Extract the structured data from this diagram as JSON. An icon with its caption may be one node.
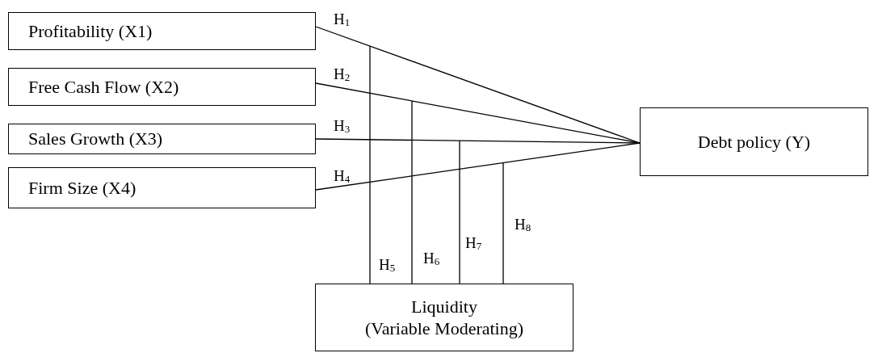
{
  "diagram": {
    "nodes": [
      {
        "text": [
          "Profitability (X1)"
        ]
      },
      {
        "text": [
          "Free Cash Flow (X2)"
        ]
      },
      {
        "text": [
          "Sales Growth (X3)"
        ]
      },
      {
        "text": [
          "Firm Size (X4)"
        ]
      },
      {
        "text": [
          "Debt policy (Y)"
        ]
      },
      {
        "text": [
          "Liquidity",
          "(Variable Moderating)"
        ]
      }
    ],
    "edges": [
      {
        "from": 0,
        "to": 4,
        "arrow": "none",
        "label": "H$_{1}$"
      },
      {
        "from": 1,
        "to": 4,
        "arrow": "none",
        "label": "H$_{2}$"
      },
      {
        "from": 2,
        "to": 4,
        "arrow": "none",
        "label": "H$_{3}$"
      },
      {
        "from": 3,
        "to": 4,
        "arrow": "none",
        "label": "H$_{4}$"
      },
      {
        "from": 5,
        "to": null,
        "arrow": "none",
        "label": "H$_{5}$"
      },
      {
        "from": 5,
        "to": null,
        "arrow": "none",
        "label": "H$_{6}$"
      },
      {
        "from": 5,
        "to": null,
        "arrow": "none",
        "label": "H$_{7}$"
      },
      {
        "from": 5,
        "to": null,
        "arrow": "none",
        "label": "H$_{8}$"
      }
    ]
  }
}
